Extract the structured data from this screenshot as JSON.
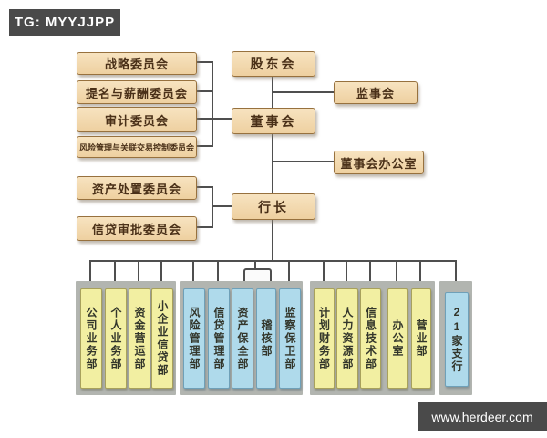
{
  "watermarks": {
    "top_left": "TG: MYYJJPP",
    "bottom_right": "www.herdeer.com"
  },
  "org_chart": {
    "nodes": {
      "shareholders": "股东会",
      "supervisors": "监事会",
      "board": "董事会",
      "board_office": "董事会办公室",
      "president": "行长",
      "strategy_committee": "战略委员会",
      "nomination_committee": "提名与薪酬委员会",
      "audit_committee": "审计委员会",
      "risk_committee": "风险管理与关联交易控制委员会",
      "asset_disposal_committee": "资产处置委员会",
      "credit_approval_committee": "信贷审批委员会"
    },
    "department_groups": [
      {
        "style": "yellow",
        "items": [
          "公司业务部",
          "个人业务部",
          "资金营运部",
          "小企业信贷部"
        ]
      },
      {
        "style": "blue",
        "items": [
          "风险管理部",
          "信贷管理部",
          "资产保全部",
          "稽核部",
          "监察保卫部"
        ]
      },
      {
        "style": "yellow",
        "items": [
          "计划财务部",
          "人力资源部",
          "信息技术部",
          "办公室",
          "营业部"
        ]
      },
      {
        "style": "blue",
        "items": [
          "21家支行"
        ]
      }
    ]
  },
  "colors": {
    "node_fill": "#f2d7ad",
    "node_border": "#97713e",
    "connector_line": "#4f4f4f",
    "panel_gray": "#b2b5b0",
    "department_yellow": "#f2efa2",
    "department_blue": "#afdaeb",
    "badge_background": "#4a4a4a",
    "badge_text": "#ffffff"
  }
}
